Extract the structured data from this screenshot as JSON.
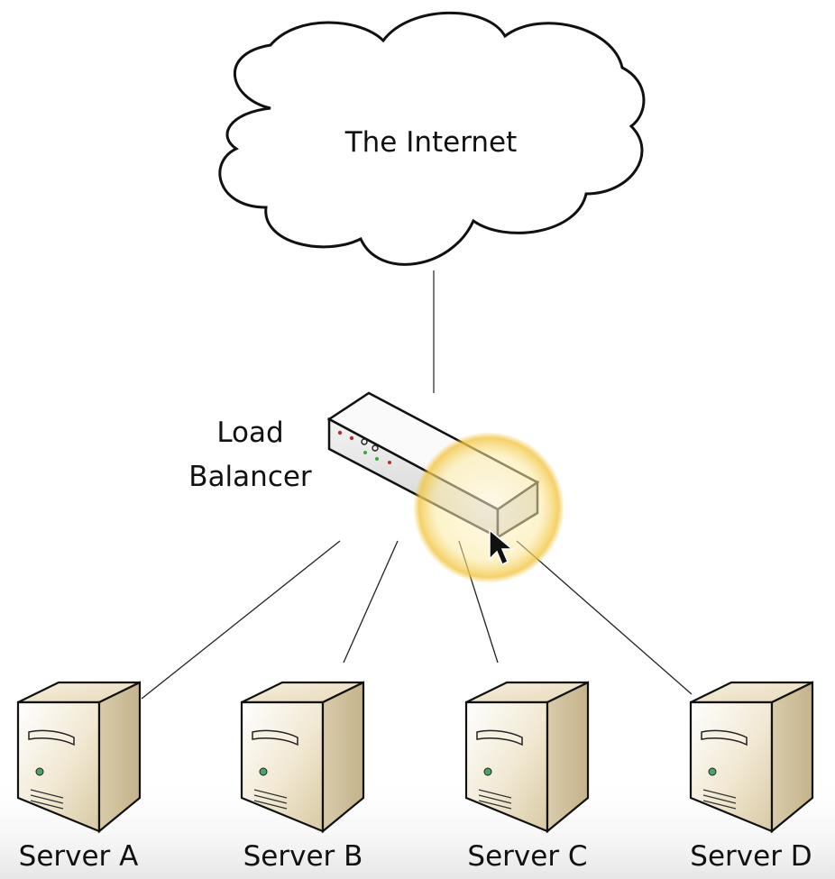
{
  "cloud": {
    "label": "The Internet"
  },
  "load_balancer": {
    "label_line1": "Load",
    "label_line2": "Balancer"
  },
  "servers": [
    {
      "label": "Server A"
    },
    {
      "label": "Server B"
    },
    {
      "label": "Server C"
    },
    {
      "label": "Server D"
    }
  ],
  "cursor": {
    "highlight_color": "#f2c641"
  },
  "colors": {
    "server_body": "#e8dcc0",
    "line": "#222222"
  }
}
